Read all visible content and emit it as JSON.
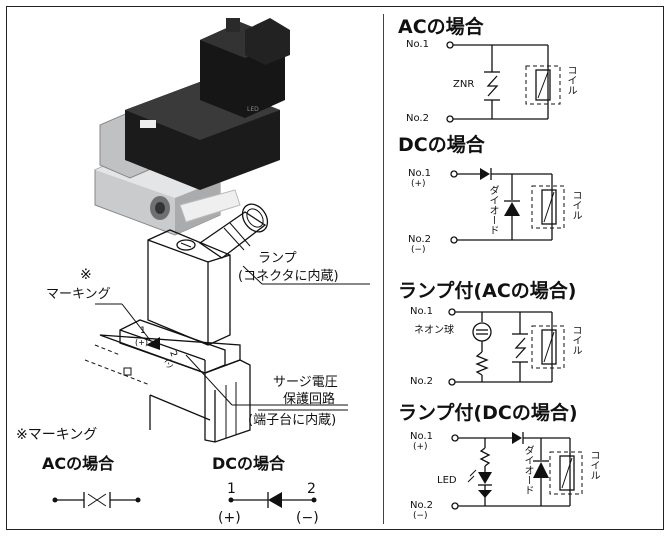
{
  "photo": {
    "alt_marks": [
      "LED"
    ]
  },
  "drawing": {
    "marking_note": "※",
    "marking_label": "マーキング",
    "lamp_label": "ランプ",
    "lamp_sub": "(コネクタに内蔵)",
    "surge_label_1": "サージ電圧",
    "surge_label_2": "保護回路",
    "surge_label_3": "(端子台に内蔵)",
    "terminal_1": "1",
    "terminal_1_sign": "(+)",
    "terminal_2": "2",
    "terminal_2_sign": "(-)"
  },
  "marking_section": {
    "title": "※マーキング",
    "ac_title": "ACの場合",
    "dc_title": "DCの場合",
    "dc_pin1": "1",
    "dc_pin2": "2",
    "dc_pin1_sign": "(+)",
    "dc_pin2_sign": "(−)"
  },
  "circuits": {
    "ac": {
      "title": "ACの場合",
      "no1": "No.1",
      "no2": "No.2",
      "element": "ZNR",
      "coil": "コイル"
    },
    "dc": {
      "title": "DCの場合",
      "no1": "No.1",
      "no1_sign": "(+)",
      "no2": "No.2",
      "no2_sign": "(−)",
      "diode": "ダイオード",
      "coil": "コイル"
    },
    "lamp_ac": {
      "title": "ランプ付(ACの場合)",
      "no1": "No.1",
      "no2": "No.2",
      "lamp": "ネオン球",
      "coil": "コイル"
    },
    "lamp_dc": {
      "title": "ランプ付(DCの場合)",
      "no1": "No.1",
      "no1_sign": "(+)",
      "no2": "No.2",
      "no2_sign": "(−)",
      "led": "LED",
      "diode": "ダイオード",
      "coil": "コイル"
    }
  },
  "colors": {
    "line": "#111111",
    "photo_dark": "#1b1b1b",
    "photo_metal": "#c9cbcc"
  }
}
